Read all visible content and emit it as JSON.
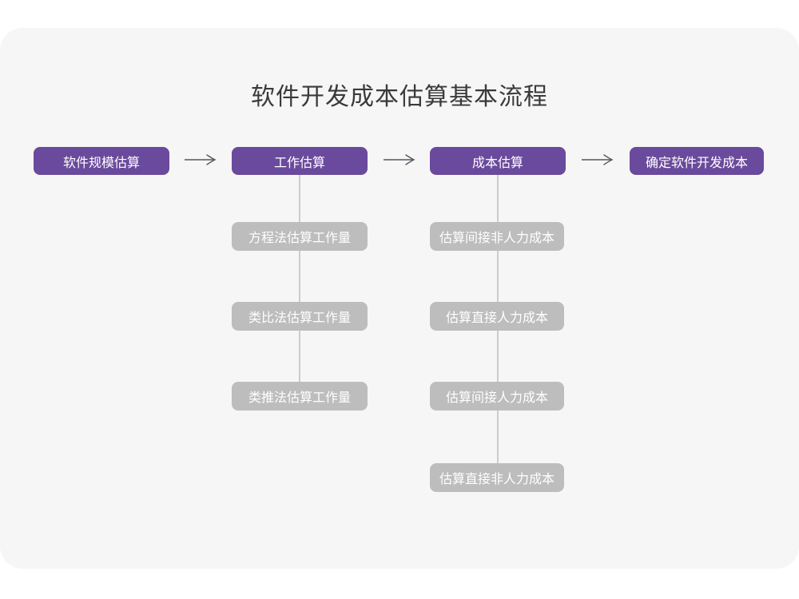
{
  "page": {
    "title": "软件开发成本估算基本流程"
  },
  "colors": {
    "page_bg": "#ffffff",
    "card_bg": "#f6f6f6",
    "primary": "#6a4a9c",
    "secondary": "#bdbdbd",
    "line": "#cccccc",
    "arrow": "#55555f",
    "title_text": "#3a3a3a"
  },
  "flow": {
    "main_steps": [
      {
        "label": "软件规模估算"
      },
      {
        "label": "工作估算"
      },
      {
        "label": "成本估算"
      },
      {
        "label": "确定软件开发成本"
      }
    ],
    "work_estimation_methods": [
      "方程法估算工作量",
      "类比法估算工作量",
      "类推法估算工作量"
    ],
    "cost_estimation_items": [
      "估算间接非人力成本",
      "估算直接人力成本",
      "估算间接人力成本",
      "估算直接非人力成本"
    ]
  }
}
